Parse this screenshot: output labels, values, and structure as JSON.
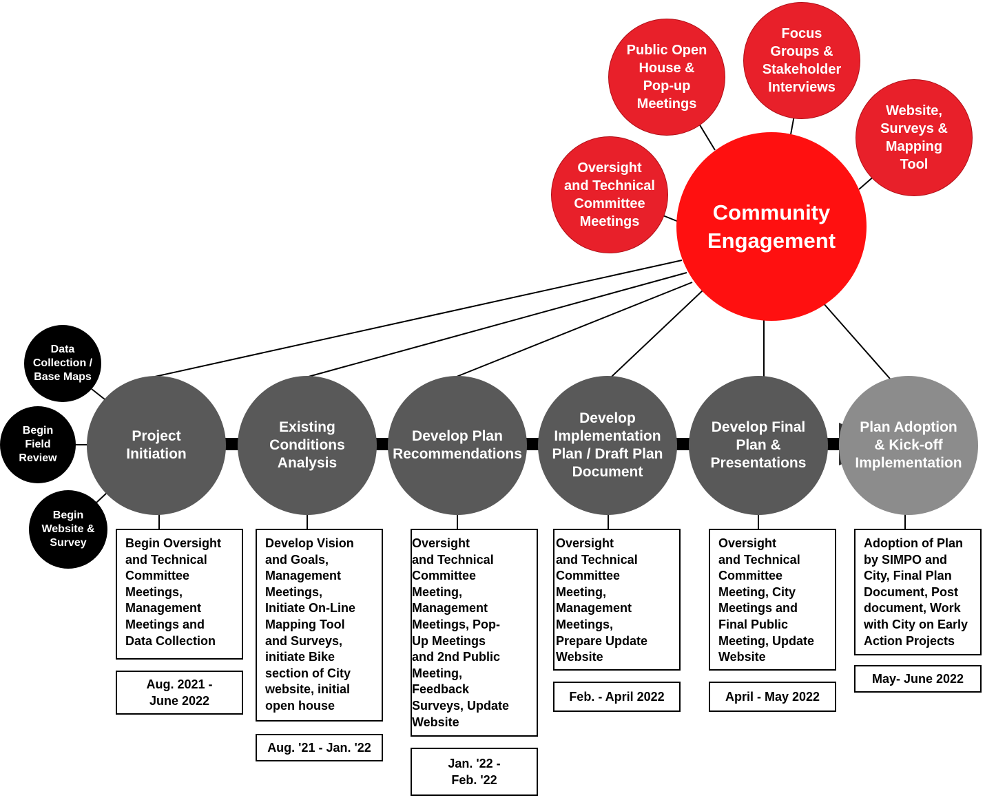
{
  "community_engagement": {
    "hub": "Community\nEngagement",
    "satellites": [
      "Oversight\nand Technical\nCommittee\nMeetings",
      "Public Open\nHouse &\nPop-up\nMeetings",
      "Focus\nGroups &\nStakeholder\nInterviews",
      "Website,\nSurveys &\nMapping\nTool"
    ]
  },
  "initiation_activities": [
    "Data\nCollection /\nBase Maps",
    "Begin\nField\nReview",
    "Begin\nWebsite &\nSurvey"
  ],
  "phases": [
    {
      "title": "Project\nInitiation",
      "tasks": "Begin Oversight\nand Technical\nCommittee\nMeetings,\nManagement\nMeetings and\nData Collection",
      "date": "Aug. 2021 -\nJune 2022"
    },
    {
      "title": "Existing\nConditions\nAnalysis",
      "tasks": "Develop Vision\nand Goals,\nManagement\nMeetings,\nInitiate On-Line\nMapping Tool\nand Surveys,\ninitiate Bike\nsection of City\nwebsite, initial\nopen house",
      "date": "Aug. '21 - Jan. '22"
    },
    {
      "title": "Develop Plan\nRecommendations",
      "tasks": "Oversight\n   and Technical\n   Committee\n   Meeting,\n   Management\n   Meetings, Pop-\n   Up Meetings\n   and 2nd Public\n   Meeting,\n   Feedback\n   Surveys, Update\n   Website",
      "date": "Jan. '22 -\nFeb. '22"
    },
    {
      "title": "Develop\nImplementation\nPlan / Draft Plan\nDocument",
      "tasks": "Oversight\n  and Technical\n  Committee\n  Meeting,\n  Management\n  Meetings,\n  Prepare  Update\n  Website",
      "date": "Feb. - April 2022"
    },
    {
      "title": "Develop Final\nPlan &\nPresentations",
      "tasks": "Oversight\nand Technical\nCommittee\nMeeting, City\nMeetings and\nFinal Public\nMeeting,  Update\nWebsite",
      "date": "April - May 2022"
    },
    {
      "title": "Plan Adoption\n& Kick-off\nImplementation",
      "tasks": "Adoption of Plan\nby SIMPO and\nCity, Final Plan\nDocument, Post\ndocument, Work\nwith City on Early\nAction Projects",
      "date": "May- June 2022"
    }
  ],
  "colors": {
    "phase": "#595959",
    "phase_last": "#8c8c8c",
    "activity": "#000000",
    "engagement": "#e8202a",
    "engagement_hub": "#ff1010"
  }
}
